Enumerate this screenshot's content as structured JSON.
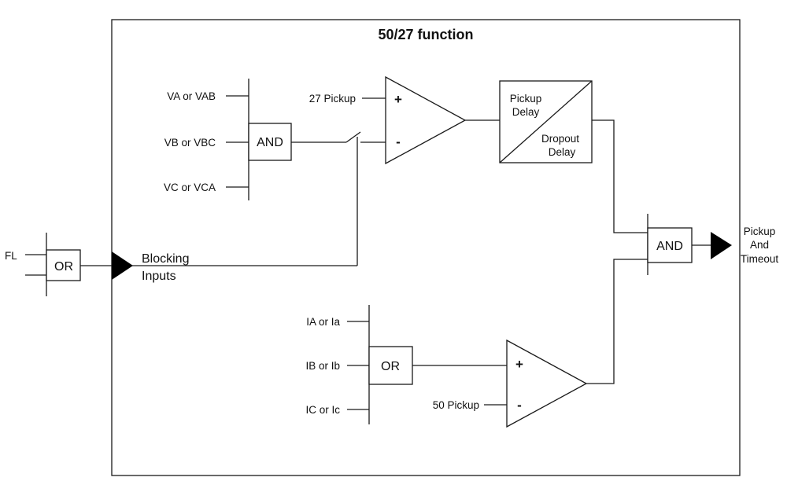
{
  "title": "50/27 function",
  "voltage_inputs": [
    "VA or VAB",
    "VB or VBC",
    "VC or VCA"
  ],
  "current_inputs": [
    "IA or Ia",
    "IB or Ib",
    "IC or Ic"
  ],
  "gates": {
    "voltage_and": "AND",
    "current_or": "OR",
    "fl_or": "OR",
    "output_and": "AND"
  },
  "fl_label": "FL",
  "blocking": {
    "line1": "Blocking",
    "line2": "Inputs"
  },
  "comparator_27": {
    "pickup_label": "27 Pickup",
    "plus": "+",
    "minus": "-"
  },
  "comparator_50": {
    "pickup_label": "50 Pickup",
    "plus": "+",
    "minus": "-"
  },
  "timer": {
    "pickup_line1": "Pickup",
    "pickup_line2": "Delay",
    "dropout_line1": "Dropout",
    "dropout_line2": "Delay"
  },
  "output": {
    "line1": "Pickup",
    "line2": "And",
    "line3": "Timeout"
  }
}
